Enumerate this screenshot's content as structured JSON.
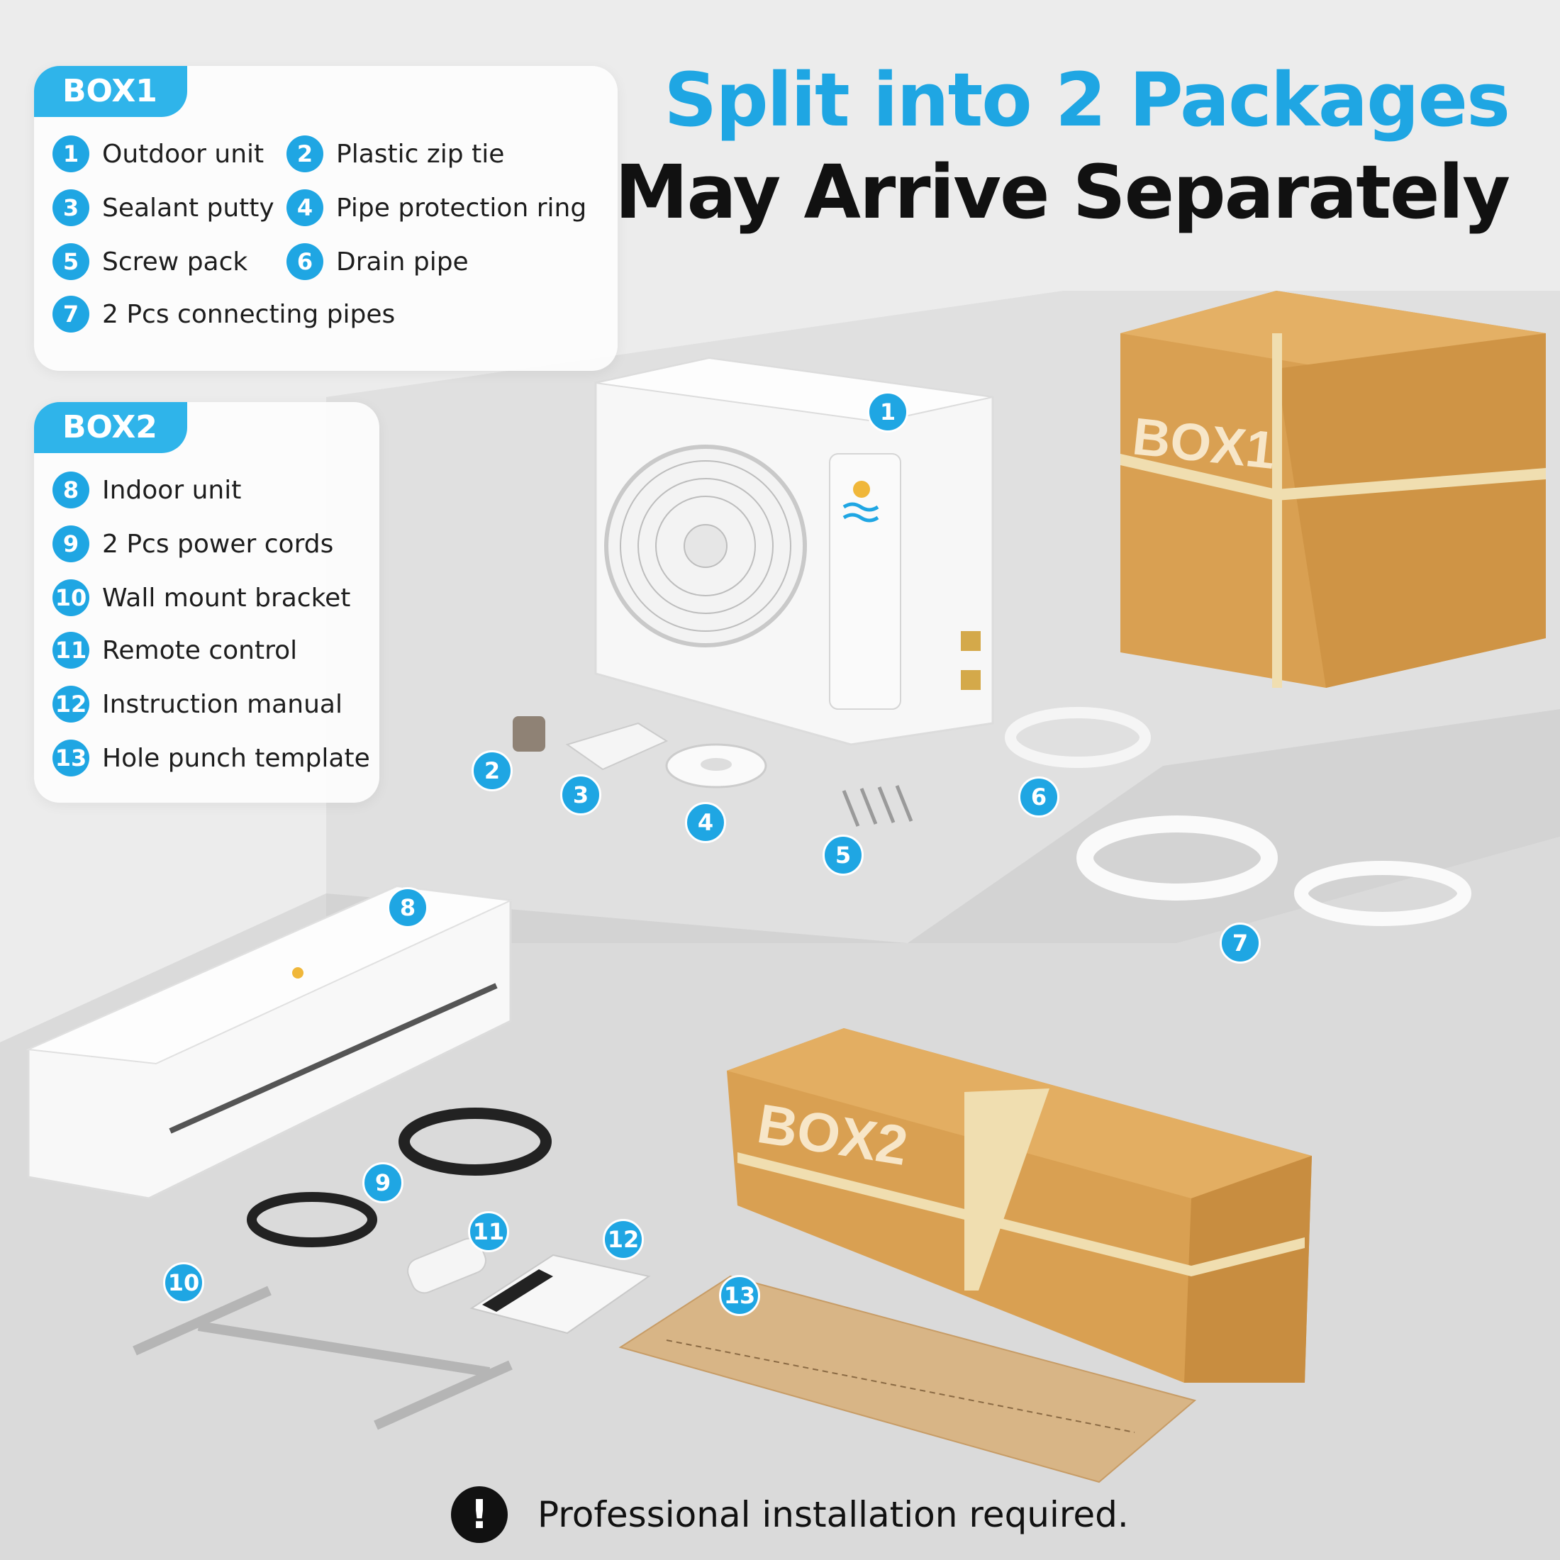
{
  "headline": {
    "line1": "Split into 2 Packages",
    "line2": "May Arrive Separately"
  },
  "box1": {
    "title": "BOX1",
    "items": [
      {
        "num": "1",
        "label": "Outdoor unit"
      },
      {
        "num": "2",
        "label": "Plastic zip tie"
      },
      {
        "num": "3",
        "label": "Sealant putty"
      },
      {
        "num": "4",
        "label": "Pipe protection ring"
      },
      {
        "num": "5",
        "label": "Screw pack"
      },
      {
        "num": "6",
        "label": "Drain pipe"
      },
      {
        "num": "7",
        "label": "2 Pcs connecting pipes"
      }
    ]
  },
  "box2": {
    "title": "BOX2",
    "items": [
      {
        "num": "8",
        "label": "Indoor unit"
      },
      {
        "num": "9",
        "label": "2 Pcs power cords"
      },
      {
        "num": "10",
        "label": "Wall mount bracket"
      },
      {
        "num": "11",
        "label": "Remote control"
      },
      {
        "num": "12",
        "label": "Instruction manual"
      },
      {
        "num": "13",
        "label": "Hole punch template"
      }
    ]
  },
  "boxes": {
    "box1_label": "BOX1",
    "box2_label": "BOX2"
  },
  "markers": [
    "1",
    "2",
    "3",
    "4",
    "5",
    "6",
    "7",
    "8",
    "9",
    "10",
    "11",
    "12",
    "13"
  ],
  "notice": {
    "icon": "exclamation-icon",
    "text": "Professional installation required."
  },
  "colors": {
    "accent": "#1fa6e3",
    "cardboard": "#d9a052",
    "strap": "#f0deb0"
  }
}
